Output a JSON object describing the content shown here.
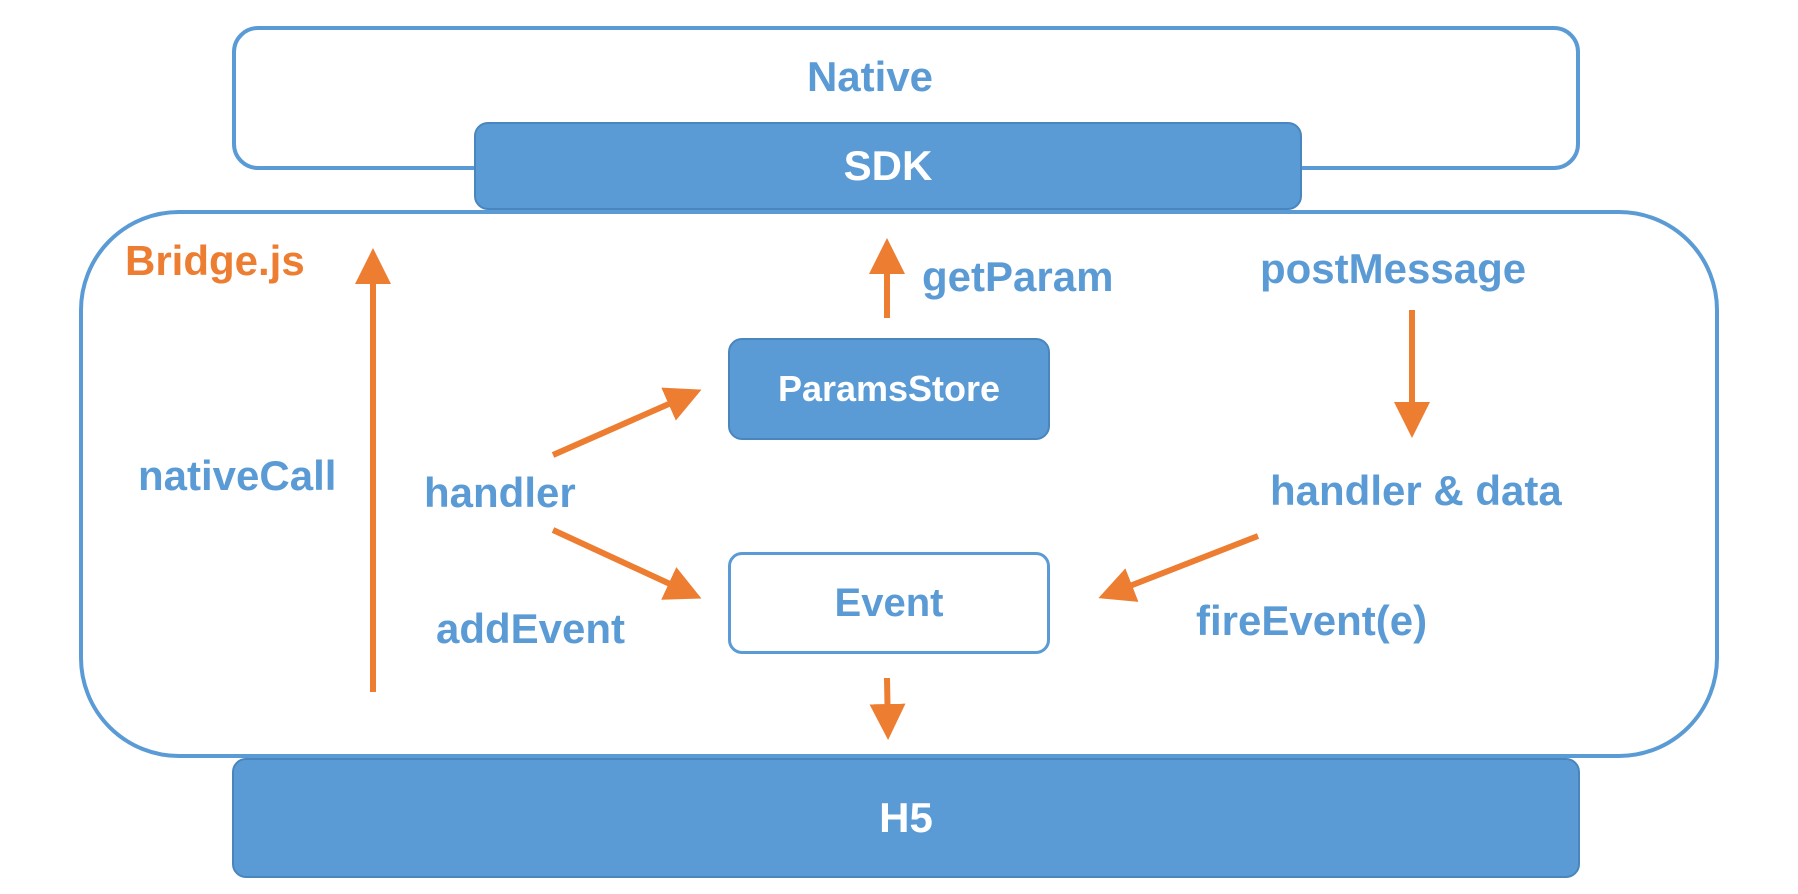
{
  "colors": {
    "accent_blue": "#5B9BD5",
    "arrow_orange": "#ED7D31",
    "background": "#FFFFFF"
  },
  "layers": {
    "native": "Native",
    "sdk": "SDK",
    "bridge": "Bridge.js",
    "h5": "H5"
  },
  "components": {
    "params_store": "ParamsStore",
    "event": "Event"
  },
  "edge_labels": {
    "native_call": "nativeCall",
    "get_param": "getParam",
    "post_message": "postMessage",
    "handler": "handler",
    "add_event": "addEvent",
    "handler_data": "handler & data",
    "fire_event": "fireEvent(e)"
  }
}
